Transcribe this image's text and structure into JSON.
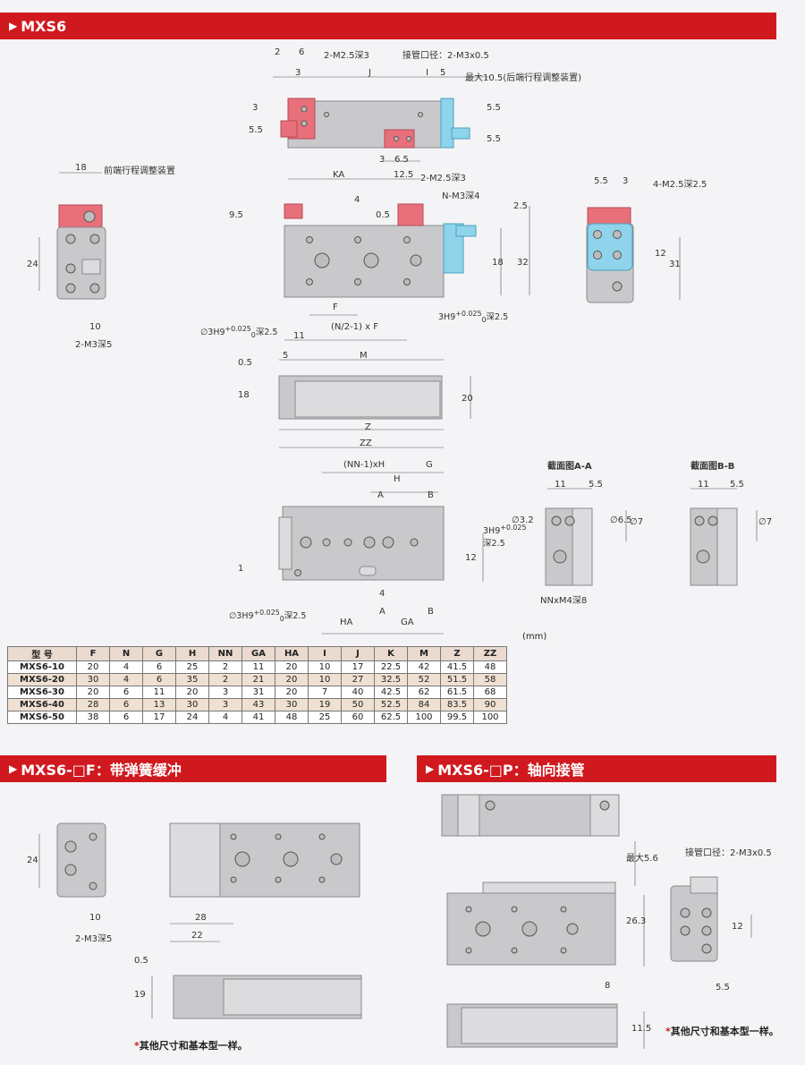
{
  "sections": {
    "main_title": "MXS6",
    "f_title": "MXS6-□F：带弹簧缓冲",
    "p_title": "MXS6-□P：轴向接管"
  },
  "labels": {
    "top_2m25_3": "2-M2.5深3",
    "top_port": "接管口径：2-M3x0.5",
    "top_max": "最大10.5(后端行程调整装置)",
    "top_2m25_3b": "2-M2.5深3",
    "front_adj": "前端行程调整装置",
    "n_m3": "N-M3深4",
    "m4_25": "4-M2.5深2.5",
    "m3_5": "2-M3深5",
    "h_phi3": "∅3H9",
    "h_tol": "+0.025",
    "h_tol0": "0",
    "h_deep": "深2.5",
    "h_3h9": "3H9",
    "nf_formula": "(N/2-1) x F",
    "section_aa": "截面图A-A",
    "section_bb": "截面图B-B",
    "nn_m4": "NNxM4深8",
    "nn_h": "(NN-1)xH",
    "phi32": "∅3.2",
    "phi65": "∅6.5",
    "phi7": "∅7",
    "port_p": "接管口径：2-M3x0.5",
    "max56": "最大5.6"
  },
  "dims": {
    "d2": "2",
    "d6": "6",
    "d3": "3",
    "dJ": "J",
    "dI": "I",
    "d5": "5",
    "d55": "5.5",
    "dKA": "KA",
    "d65": "6.5",
    "d125": "12.5",
    "d18": "18",
    "d24": "24",
    "d10": "10",
    "d95": "9.5",
    "d4": "4",
    "d05": "0.5",
    "d25": "2.5",
    "d32": "32",
    "d12": "12",
    "d31": "31",
    "dF": "F",
    "d11": "11",
    "dM": "M",
    "d20": "20",
    "dZ": "Z",
    "dZZ": "ZZ",
    "dH": "H",
    "dG": "G",
    "dA": "A",
    "dB": "B",
    "d1": "1",
    "dHA": "HA",
    "dGA": "GA",
    "d28": "28",
    "d22": "22",
    "d19": "19",
    "d263": "26.3",
    "d8": "8",
    "d115": "11.5"
  },
  "table": {
    "unit": "(mm)",
    "headers": [
      "型 号",
      "F",
      "N",
      "G",
      "H",
      "NN",
      "GA",
      "HA",
      "I",
      "J",
      "K",
      "M",
      "Z",
      "ZZ"
    ],
    "rows": [
      [
        "MXS6-10",
        "20",
        "4",
        "6",
        "25",
        "2",
        "11",
        "20",
        "10",
        "17",
        "22.5",
        "42",
        "41.5",
        "48"
      ],
      [
        "MXS6-20",
        "30",
        "4",
        "6",
        "35",
        "2",
        "21",
        "20",
        "10",
        "27",
        "32.5",
        "52",
        "51.5",
        "58"
      ],
      [
        "MXS6-30",
        "20",
        "6",
        "11",
        "20",
        "3",
        "31",
        "20",
        "7",
        "40",
        "42.5",
        "62",
        "61.5",
        "68"
      ],
      [
        "MXS6-40",
        "28",
        "6",
        "13",
        "30",
        "3",
        "43",
        "30",
        "19",
        "50",
        "52.5",
        "84",
        "83.5",
        "90"
      ],
      [
        "MXS6-50",
        "38",
        "6",
        "17",
        "24",
        "4",
        "41",
        "48",
        "25",
        "60",
        "62.5",
        "100",
        "99.5",
        "100"
      ]
    ]
  },
  "notes": {
    "f_note": "其他尺寸和基本型一样。",
    "p_note": "其他尺寸和基本型一样。",
    "star": "*"
  },
  "colors": {
    "header_red": "#d0191f",
    "highlight_red": "#e8707a",
    "highlight_blue": "#8fd4ea",
    "table_alt": "#efe0d2"
  }
}
